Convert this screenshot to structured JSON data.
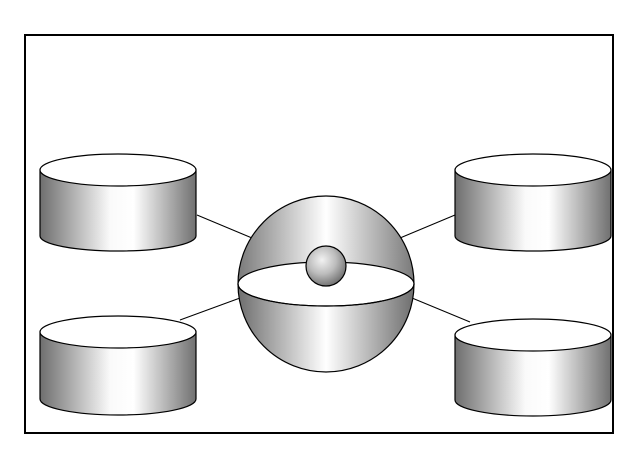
{
  "diagram": {
    "nodes": [
      {
        "id": "cylinder-top-left",
        "shape": "cylinder"
      },
      {
        "id": "cylinder-bottom-left",
        "shape": "cylinder"
      },
      {
        "id": "cylinder-top-right",
        "shape": "cylinder"
      },
      {
        "id": "cylinder-bottom-right",
        "shape": "cylinder"
      },
      {
        "id": "central-hub",
        "shape": "split-sphere"
      }
    ],
    "edges": [
      {
        "from": "cylinder-top-left",
        "to": "central-hub"
      },
      {
        "from": "cylinder-bottom-left",
        "to": "central-hub"
      },
      {
        "from": "cylinder-top-right",
        "to": "central-hub"
      },
      {
        "from": "cylinder-bottom-right",
        "to": "central-hub"
      }
    ],
    "colors": {
      "stroke": "#000000",
      "fill_light": "#ffffff",
      "fill_dark": "#6e6e6e",
      "frame_background": "#ffffff"
    }
  }
}
